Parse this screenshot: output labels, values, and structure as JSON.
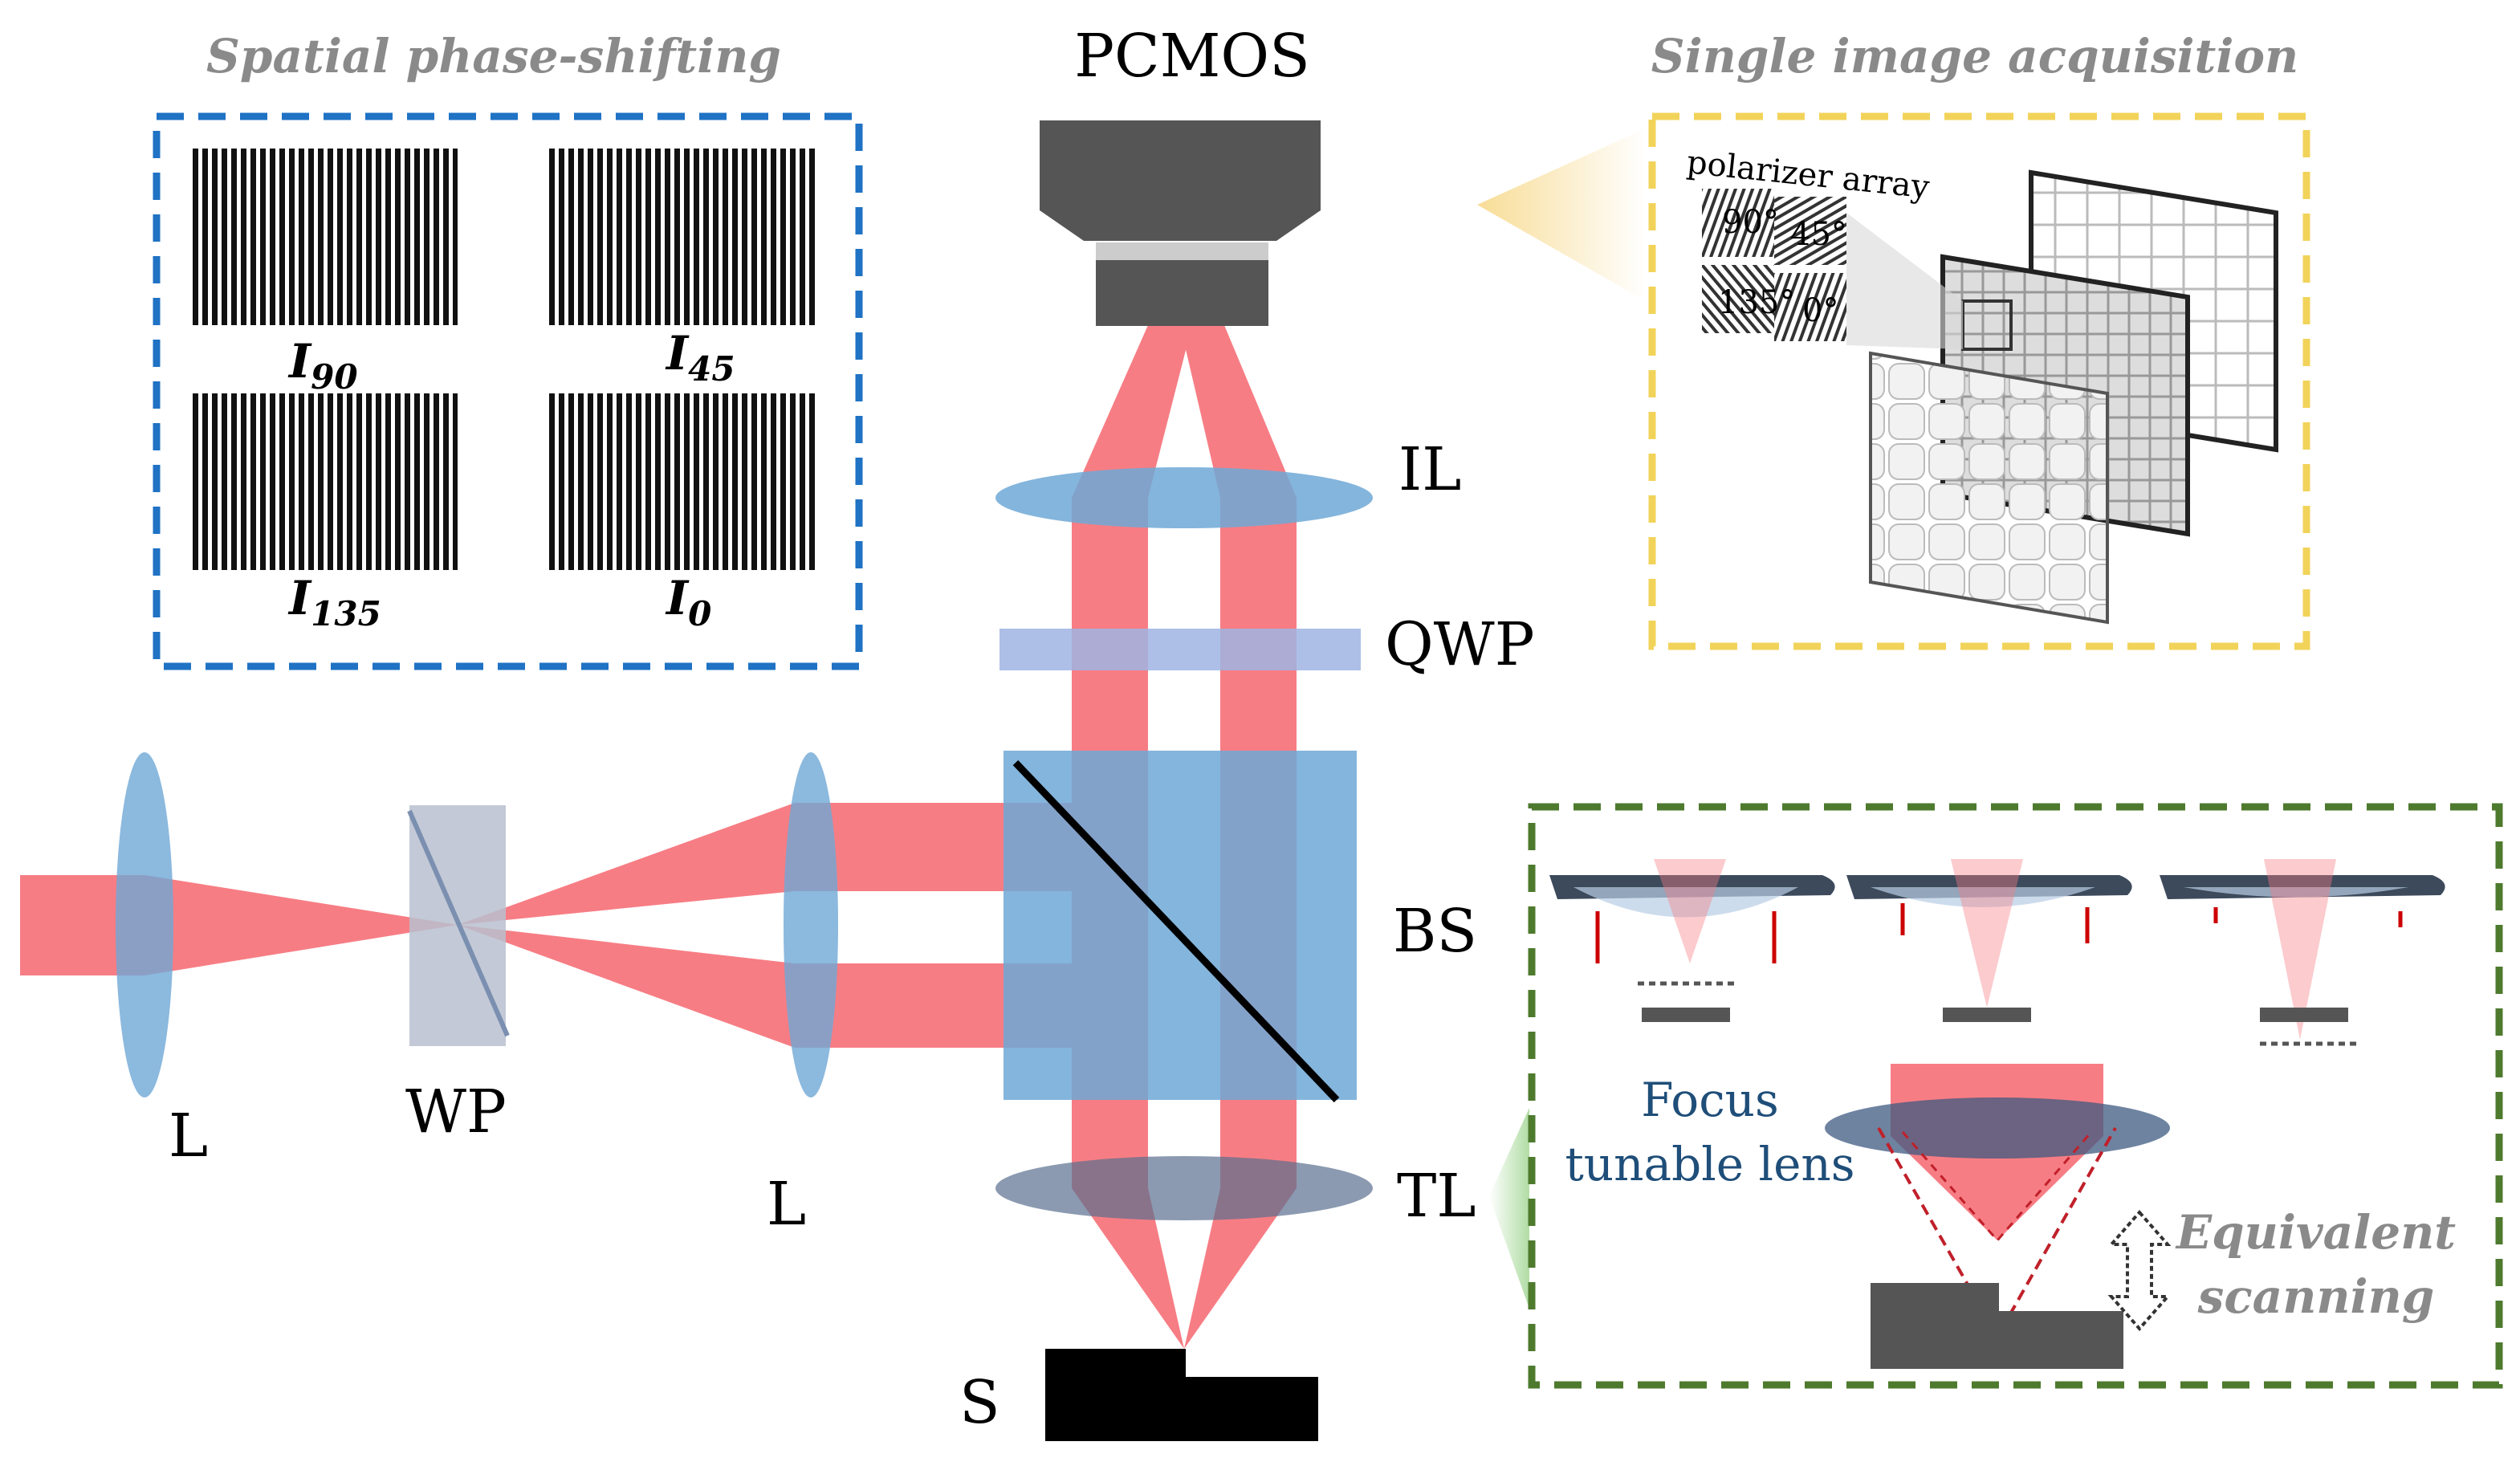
{
  "labels": {
    "pcmos": "PCMOS",
    "il": "IL",
    "qwp": "QWP",
    "bs": "BS",
    "tl": "TL",
    "s": "S",
    "l_left": "L",
    "wp": "WP",
    "l_mid": "L"
  },
  "spatial_panel": {
    "title": "Spatial phase-shifting",
    "patterns": [
      {
        "base": "I",
        "sub": "90"
      },
      {
        "base": "I",
        "sub": "45"
      },
      {
        "base": "I",
        "sub": "135"
      },
      {
        "base": "I",
        "sub": "0"
      }
    ]
  },
  "single_panel": {
    "title": "Single image acquisition",
    "polarizer_label": "polarizer array",
    "angles": [
      "90°",
      "45°",
      "135°",
      "0°"
    ]
  },
  "focus_panel": {
    "lens_label_line1": "Focus",
    "lens_label_line2": "tunable lens",
    "scan_label_line1": "Equivalent",
    "scan_label_line2": "scanning"
  },
  "colors": {
    "beam": "#f77d84",
    "lens": "#6fa8d6",
    "spatial_border": "#1f72c4",
    "single_border": "#f2d35a",
    "focus_border": "#4e7a2e",
    "camera": "#555555"
  }
}
